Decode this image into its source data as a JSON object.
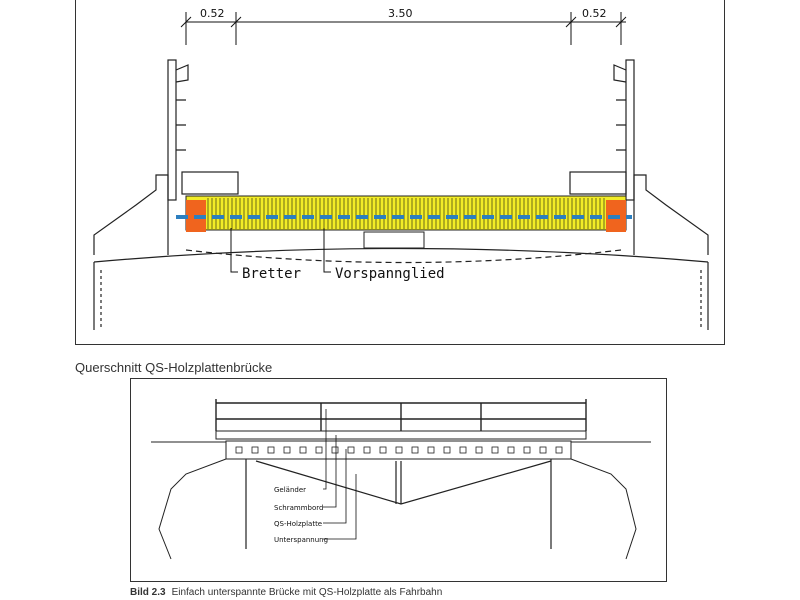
{
  "figure1": {
    "dimensions": [
      "0.52",
      "3.50",
      "0.52"
    ],
    "labels": {
      "boards": "Bretter",
      "tendon": "Vorspannglied"
    },
    "colors": {
      "deck": "#f2ec27",
      "end_blocks": "#f0641e",
      "tendon_line": "#2c7fc0"
    }
  },
  "caption1": "Querschnitt QS-Holzplattenbrücke",
  "figure2": {
    "labels": {
      "railing": "Geländer",
      "curb": "Schrammbord",
      "deck": "QS-Holzplatte",
      "underspanning": "Unterspannung"
    }
  },
  "caption2": {
    "number": "Bild 2.3",
    "text": "Einfach unterspannte Brücke mit QS-Holzplatte als Fahrbahn"
  }
}
